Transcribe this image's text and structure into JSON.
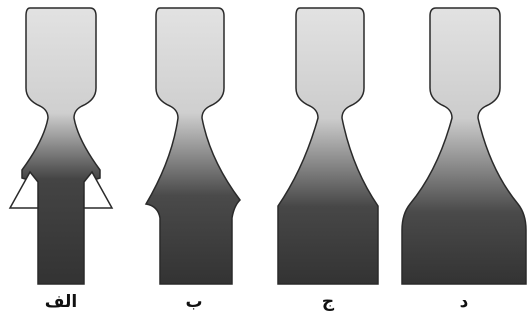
{
  "labels": {
    "a": "الف",
    "b": "ب",
    "c": "ج",
    "d": "د"
  },
  "colors": {
    "chamber_light": "#e6e6e6",
    "chamber_mid": "#c8c8c8",
    "exhaust_dark": "#333333",
    "outline": "#2a2a2a",
    "background": "#ffffff"
  }
}
